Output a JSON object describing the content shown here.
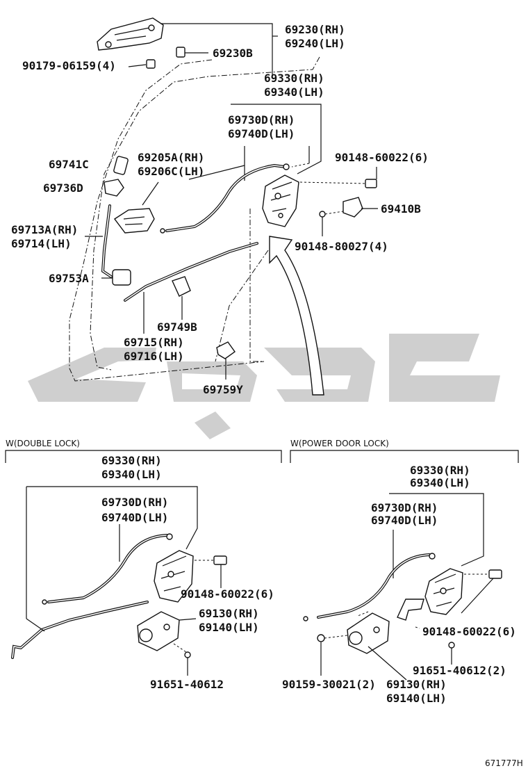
{
  "labels": {
    "p69230": "69230(RH)",
    "p69240": "69240(LH)",
    "p69230b": "69230B",
    "p90179": "90179-06159(4)",
    "p69330": "69330(RH)",
    "p69340": "69340(LH)",
    "p69730d": "69730D(RH)",
    "p69740d": "69740D(LH)",
    "p69741c": "69741C",
    "p69205a": "69205A(RH)",
    "p69206c": "69206C(LH)",
    "p90148a": "90148-60022(6)",
    "p69736d": "69736D",
    "p69410b": "69410B",
    "p69713a": "69713A(RH)",
    "p69714": "69714(LH)",
    "p90148b": "90148-80027(4)",
    "p69753a": "69753A",
    "p69749b": "69749B",
    "p69715": "69715(RH)",
    "p69716": "69716(LH)",
    "p69759y": "69759Y"
  },
  "double_lock": {
    "title": "W(DOUBLE LOCK)",
    "p69330": "69330(RH)",
    "p69340": "69340(LH)",
    "p69730d": "69730D(RH)",
    "p69740d": "69740D(LH)",
    "p90148": "90148-60022(6)",
    "p69130": "69130(RH)",
    "p69140": "69140(LH)",
    "p91651": "91651-40612"
  },
  "power_lock": {
    "title": "W(POWER DOOR LOCK)",
    "p69330": "69330(RH)",
    "p69340": "69340(LH)",
    "p69730d": "69730D(RH)",
    "p69740d": "69740D(LH)",
    "p90148": "90148-60022(6)",
    "p91651": "91651-40612(2)",
    "p90159": "90159-30021(2)",
    "p69130": "69130(RH)",
    "p69140": "69140(LH)"
  },
  "diagram_code": "671777H",
  "colors": {
    "line": "#111111",
    "watermark": "#cfcfcf"
  }
}
